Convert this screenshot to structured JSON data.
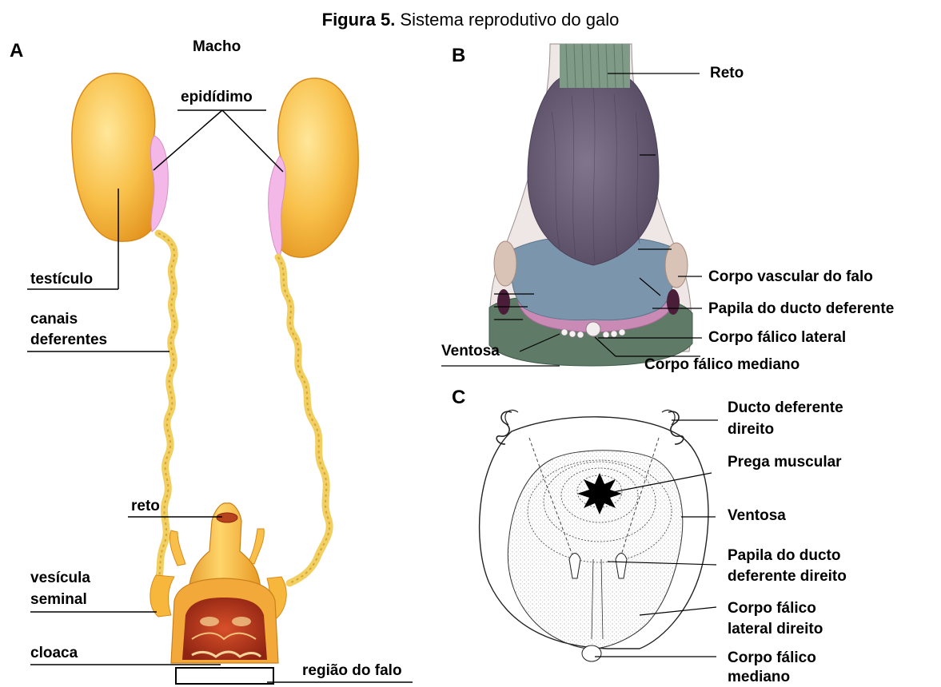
{
  "figure": {
    "title_bold": "Figura 5.",
    "title_rest": " Sistema reprodutivo do galo"
  },
  "panels": {
    "a": {
      "letter": "A",
      "heading": "Macho",
      "labels": {
        "epididimo": "epidídimo",
        "testiculo": "testículo",
        "canais_line1": "canais",
        "canais_line2": "deferentes",
        "reto": "reto",
        "vesicula_line1": "vesícula",
        "vesicula_line2": "seminal",
        "cloaca": "cloaca",
        "regiao_falo": "região do falo"
      }
    },
    "b": {
      "letter": "B",
      "labels": {
        "reto": "Reto",
        "corpo_vascular": "Corpo vascular do falo",
        "papila": "Papila do ducto deferente",
        "corpo_falico_lateral": "Corpo fálico lateral",
        "ventosa": "Ventosa",
        "corpo_falico_mediano": "Corpo fálico mediano"
      }
    },
    "c": {
      "letter": "C",
      "labels": {
        "ducto_line1": "Ducto deferente",
        "ducto_line2": "direito",
        "prega": "Prega muscular",
        "ventosa": "Ventosa",
        "papila_line1": "Papila do ducto",
        "papila_line2": "deferente direito",
        "lateral_line1": "Corpo fálico",
        "lateral_line2": "lateral direito",
        "mediano_line1": "Corpo fálico",
        "mediano_line2": "mediano"
      }
    }
  },
  "colors": {
    "testis": "#f6b73c",
    "testis_light": "#ffe08a",
    "epididymis": "#f2b6e6",
    "duct": "#f1cf63",
    "cloaca_dark": "#b3331a",
    "rectum_purple": "#6e6279",
    "vascular_blue": "#7b96ac",
    "ventosa_green": "#5f7b67",
    "pink": "#c98ab6",
    "wall": "#efe7e7"
  }
}
